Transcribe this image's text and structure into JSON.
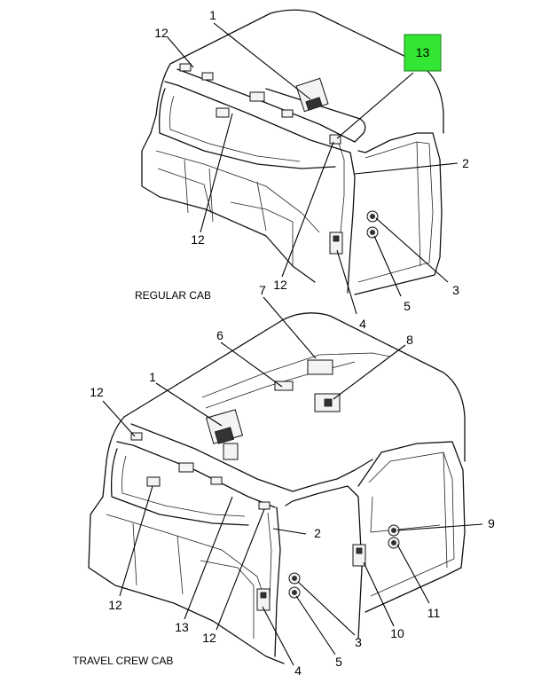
{
  "views": {
    "regular": {
      "caption": "REGULAR CAB",
      "callouts": {
        "c1": "1",
        "c2": "2",
        "c3": "3",
        "c4": "4",
        "c5": "5",
        "c12a": "12",
        "c12b": "12",
        "c12c": "12",
        "c13": "13"
      }
    },
    "travel": {
      "caption": "TRAVEL CREW CAB",
      "callouts": {
        "c1": "1",
        "c2": "2",
        "c3": "3",
        "c4": "4",
        "c5": "5",
        "c6": "6",
        "c7": "7",
        "c8": "8",
        "c9": "9",
        "c10": "10",
        "c11": "11",
        "c12a": "12",
        "c12b": "12",
        "c12c": "12",
        "c13": "13"
      }
    }
  },
  "highlight": {
    "label": "13",
    "color": "#33e633"
  }
}
